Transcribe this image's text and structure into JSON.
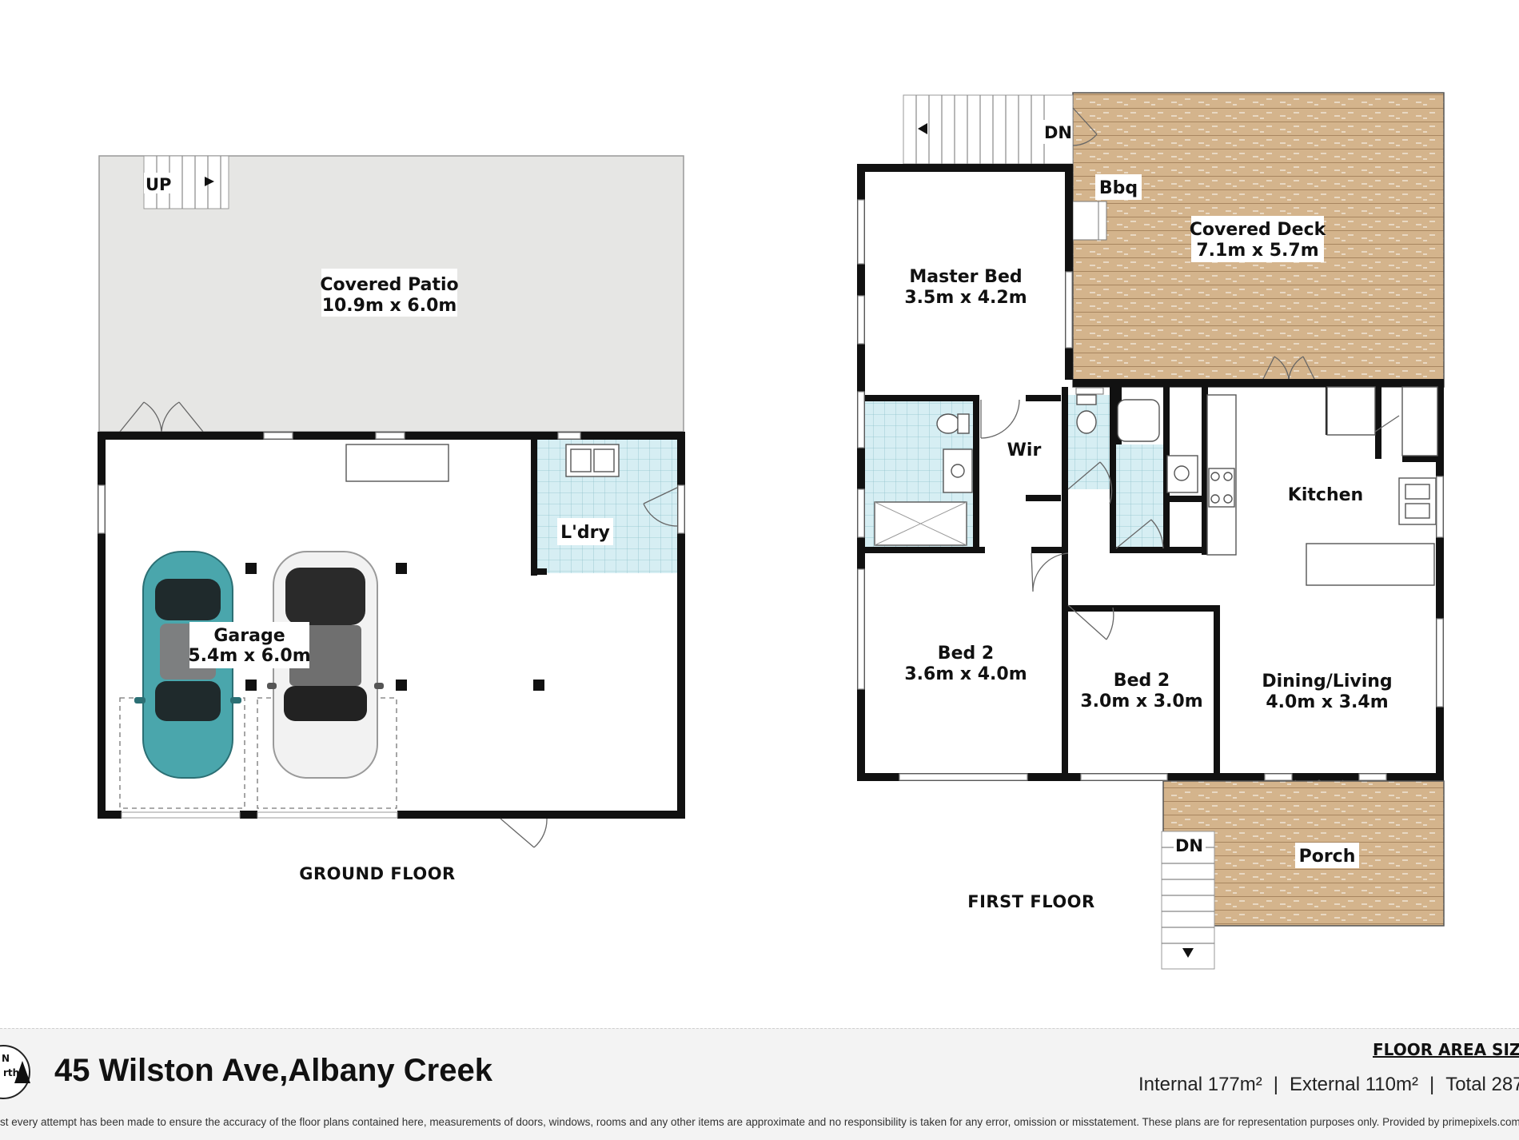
{
  "ground_floor": {
    "label": "GROUND FLOOR",
    "rooms": {
      "covered_patio": {
        "name": "Covered Patio",
        "size": "10.9m x 6.0m"
      },
      "garage": {
        "name": "Garage",
        "size": "5.4m x 6.0m"
      },
      "laundry": {
        "name": "L'dry"
      }
    },
    "stairs_label": "UP"
  },
  "first_floor": {
    "label": "FIRST FLOOR",
    "rooms": {
      "covered_deck": {
        "name": "Covered Deck",
        "size": "7.1m x 5.7m"
      },
      "bbq": {
        "name": "Bbq"
      },
      "master_bed": {
        "name": "Master Bed",
        "size": "3.5m x 4.2m"
      },
      "wir": {
        "name": "Wir"
      },
      "kitchen": {
        "name": "Kitchen"
      },
      "bed2_left": {
        "name": "Bed 2",
        "size": "3.6m x 4.0m"
      },
      "bed2_right": {
        "name": "Bed 2",
        "size": "3.0m x 3.0m"
      },
      "dining_living": {
        "name": "Dining/Living",
        "size": "4.0m x 3.4m"
      },
      "porch": {
        "name": "Porch"
      }
    },
    "stairs_top_label": "DN",
    "stairs_porch_label": "DN"
  },
  "footer": {
    "compass": {
      "n": "N",
      "label": "rth"
    },
    "address": "45 Wilston Ave,Albany Creek",
    "floor_area_title": "FLOOR AREA SIZ",
    "internal": "Internal 177m²",
    "external": "External 110m²",
    "total": "Total 287",
    "separator": "|",
    "disclaimer": "ilst every attempt has been made to ensure the accuracy of the floor plans contained here, measurements of doors, windows, rooms and any other items are approximate and no responsibility is taken for any error, omission or misstatement. These plans are for representation purposes only. Provided by primepixels.com.au"
  },
  "colors": {
    "wall": "#111111",
    "patio_fill": "#e6e6e4",
    "deck_fill": "#d4b48c",
    "tile_fill": "#d6eef3",
    "car_teal": "#4aa6ac",
    "car_white": "#f2f2f2"
  }
}
